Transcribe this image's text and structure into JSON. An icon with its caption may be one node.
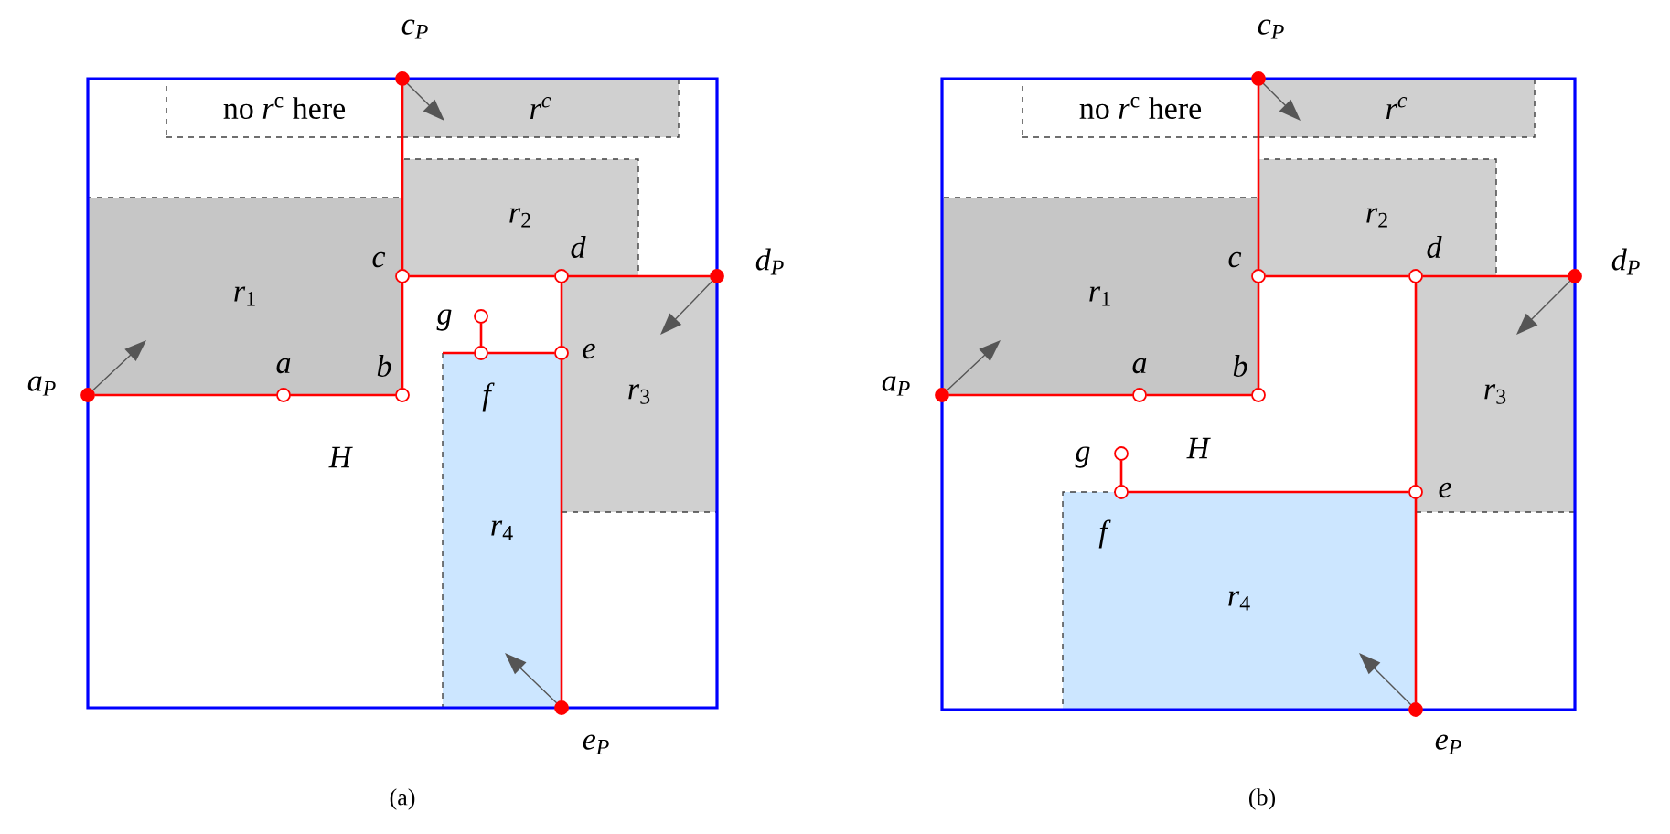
{
  "diagram": {
    "nodes": [
      {
        "text": [
          "no *r*$^{c}$ here"
        ]
      },
      {
        "text": [
          "r$^{c}$"
        ]
      },
      {
        "text": [
          "*r*$_{1}$"
        ]
      },
      {
        "text": [
          "*r*$_{2}$"
        ]
      },
      {
        "text": [
          "*r*$_{3}$"
        ]
      },
      {
        "text": [
          "*r*$_{4}$"
        ]
      },
      {
        "text": [],
        "shape": "circle",
        "beside": [
          "c$_{P}$"
        ]
      },
      {
        "text": [],
        "shape": "circle",
        "beside": [
          "a$_{P}$"
        ]
      },
      {
        "text": [],
        "shape": "circle",
        "beside": [
          "a"
        ]
      },
      {
        "text": [],
        "shape": "circle",
        "beside": [
          "b"
        ]
      },
      {
        "text": [],
        "shape": "circle",
        "beside": [
          "c"
        ]
      },
      {
        "text": [],
        "shape": "circle",
        "beside": [
          "d"
        ]
      },
      {
        "text": [],
        "shape": "circle",
        "beside": [
          "d$_{P}$"
        ]
      },
      {
        "text": [],
        "shape": "circle",
        "beside": [
          "g"
        ]
      },
      {
        "text": [],
        "shape": "circle"
      },
      {
        "text": [],
        "shape": "circle",
        "beside": [
          "e"
        ]
      },
      {
        "text": [],
        "shape": "circle",
        "beside": [
          "e$_{P}$"
        ]
      },
      {
        "text": [
          "no *r*$^{c}$ here"
        ]
      },
      {
        "text": [
          "r$^{c}$"
        ]
      },
      {
        "text": [
          "*r*$_{1}$"
        ]
      },
      {
        "text": [
          "*r*$_{2}$"
        ]
      },
      {
        "text": [
          "*r*$_{3}$"
        ]
      },
      {
        "text": [
          "*r*$_{4}$"
        ]
      },
      {
        "text": [],
        "shape": "circle",
        "beside": [
          "c$_{P}$"
        ]
      },
      {
        "text": [],
        "shape": "circle",
        "beside": [
          "a$_{P}$"
        ]
      },
      {
        "text": [],
        "shape": "circle",
        "beside": [
          "a"
        ]
      },
      {
        "text": [],
        "shape": "circle",
        "beside": [
          "b"
        ]
      },
      {
        "text": [],
        "shape": "circle",
        "beside": [
          "c"
        ]
      },
      {
        "text": [],
        "shape": "circle",
        "beside": [
          "d"
        ]
      },
      {
        "text": [],
        "shape": "circle",
        "beside": [
          "d$_{P}$"
        ]
      },
      {
        "text": [],
        "shape": "circle",
        "beside": [
          "g"
        ]
      },
      {
        "text": [],
        "shape": "circle"
      },
      {
        "text": [],
        "shape": "circle",
        "beside": [
          "e"
        ]
      },
      {
        "text": [],
        "shape": "circle",
        "beside": [
          "e$_{P}$"
        ]
      }
    ],
    "edges": [
      {
        "from": 7,
        "to": 8,
        "arrow": "none"
      },
      {
        "from": 8,
        "to": 9,
        "arrow": "none"
      },
      {
        "from": 9,
        "to": 10,
        "arrow": "none"
      },
      {
        "from": 10,
        "to": 6,
        "arrow": "none"
      },
      {
        "from": 10,
        "to": 11,
        "arrow": "none"
      },
      {
        "from": 11,
        "to": 12,
        "arrow": "none"
      },
      {
        "from": 11,
        "to": 15,
        "arrow": "none"
      },
      {
        "from": 15,
        "to": 16,
        "arrow": "none"
      },
      {
        "from": 15,
        "to": 14,
        "arrow": "none"
      },
      {
        "from": 14,
        "to": 13,
        "arrow": "none"
      },
      {
        "from": 14,
        "to": 5,
        "arrow": "none"
      },
      {
        "from": 7,
        "to": 2,
        "arrow": "to",
        "color": "#555555"
      },
      {
        "from": 6,
        "to": 1,
        "arrow": "to",
        "color": "#555555"
      },
      {
        "from": 12,
        "to": 4,
        "arrow": "to",
        "color": "#555555"
      },
      {
        "from": 16,
        "to": 5,
        "arrow": "to",
        "color": "#555555"
      },
      {
        "from": 24,
        "to": 25,
        "arrow": "none"
      },
      {
        "from": 25,
        "to": 26,
        "arrow": "none"
      },
      {
        "from": 26,
        "to": 27,
        "arrow": "none"
      },
      {
        "from": 27,
        "to": 23,
        "arrow": "none"
      },
      {
        "from": 27,
        "to": 28,
        "arrow": "none"
      },
      {
        "from": 28,
        "to": 29,
        "arrow": "none"
      },
      {
        "from": 28,
        "to": 32,
        "arrow": "none"
      },
      {
        "from": 32,
        "to": 33,
        "arrow": "none"
      },
      {
        "from": 32,
        "to": 31,
        "arrow": "none"
      },
      {
        "from": 31,
        "to": 30,
        "arrow": "none"
      },
      {
        "from": 24,
        "to": 19,
        "arrow": "to",
        "color": "#555555"
      },
      {
        "from": 23,
        "to": 18,
        "arrow": "to",
        "color": "#555555"
      },
      {
        "from": 29,
        "to": 21,
        "arrow": "to",
        "color": "#555555"
      },
      {
        "from": 33,
        "to": 22,
        "arrow": "to",
        "color": "#555555"
      }
    ],
    "labels": [
      "f",
      "H",
      "(a)",
      "f",
      "H",
      "(b)"
    ]
  }
}
